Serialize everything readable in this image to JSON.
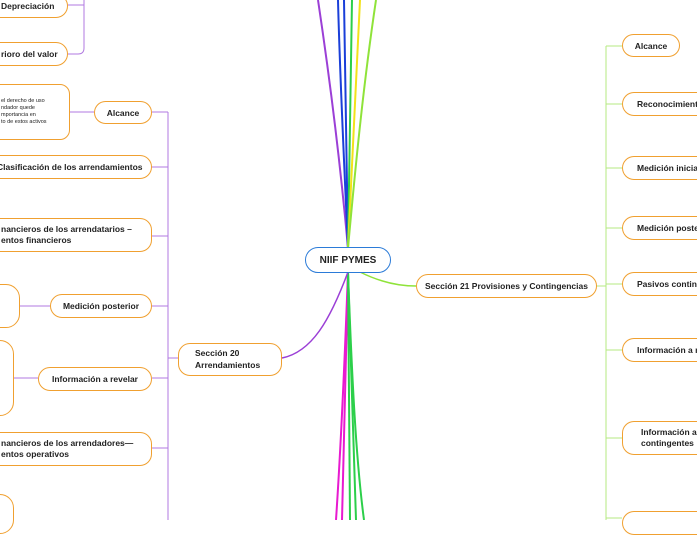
{
  "center": {
    "label": "NIIF PYMES"
  },
  "left": {
    "depreciacion": "Depreciación",
    "deterioro": "rioro del valor",
    "alcance_note": [
      "el derecho de uso",
      "ndador quede",
      "mportancia en",
      "to de estos activos"
    ],
    "alcance": "Alcance",
    "clasificacion": "Clasificación de los arrendamientos",
    "arrendatarios": [
      "nancieros de los arrendatarios –",
      "entos financieros"
    ],
    "medicion_posterior": "Medición posterior",
    "informacion_revelar": "Información a revelar",
    "arrendadores": [
      "nancieros de los arrendadores—",
      "entos operativos"
    ],
    "seccion20": [
      "Sección 20",
      "Arrendamientos"
    ]
  },
  "right": {
    "seccion21": "Sección 21 Provisiones y Contingencias",
    "alcance": "Alcance",
    "reconocimiento": "Reconocimiento",
    "medicion_inicial": "Medición inicial",
    "medicion_posterior": "Medición poste",
    "pasivos_contingentes": "Pasivos conting",
    "informacion_revelar": "Información a r",
    "informacion_contingentes": [
      "Información a",
      "contingentes"
    ]
  },
  "colors": {
    "center_border": "#2b7bd8",
    "node_border": "#f0a030",
    "branch_purple": "#9b3fd6",
    "branch_lime": "#8fe33a",
    "branch_blue": "#1a3fd9",
    "branch_yellow": "#f2e21a",
    "branch_magenta": "#e81ad0",
    "branch_green": "#2ccf4a"
  }
}
